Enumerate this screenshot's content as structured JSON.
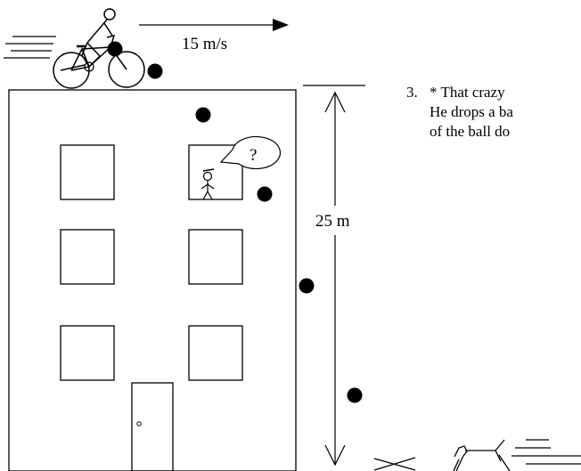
{
  "diagram": {
    "velocity_label": "15 m/s",
    "height_label": "25 m",
    "speech_bubble_text": "?"
  },
  "problem": {
    "number": "3.",
    "lines": [
      "* That crazy",
      "He drops a ba",
      "of the ball do"
    ]
  }
}
